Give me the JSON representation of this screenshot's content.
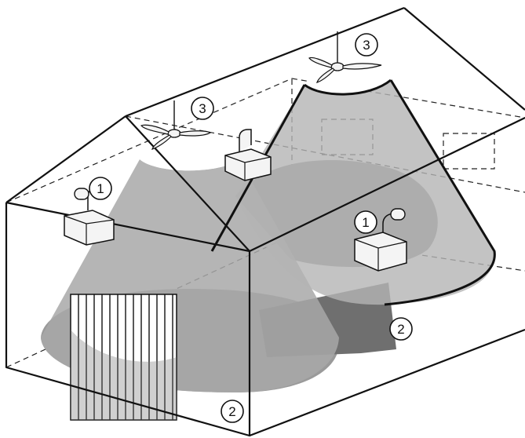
{
  "diagram": {
    "callouts": [
      {
        "id": "heater-left",
        "label": "1"
      },
      {
        "id": "heater-right",
        "label": "1"
      },
      {
        "id": "floor-zone-front",
        "label": "2"
      },
      {
        "id": "floor-zone-right",
        "label": "2"
      },
      {
        "id": "fan-left",
        "label": "3"
      },
      {
        "id": "fan-right",
        "label": "3"
      }
    ],
    "colors": {
      "outline": "#111111",
      "cone_fill": "#9a9a9a",
      "floor_fill": "#8a8a8a",
      "background": "#ffffff"
    },
    "icons": [
      "ceiling-fan-icon",
      "wall-heater-icon",
      "garage-door-icon"
    ]
  }
}
